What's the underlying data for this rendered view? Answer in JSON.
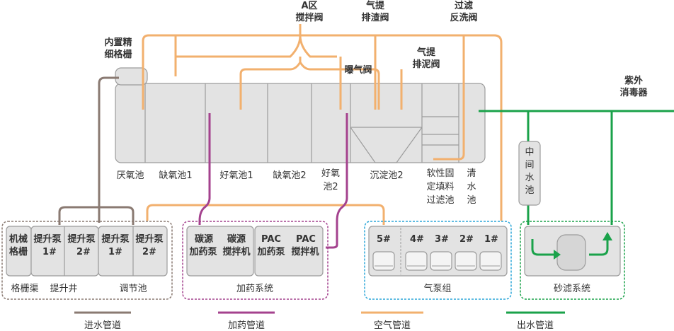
{
  "valves": {
    "a_zone_stir": [
      "A区",
      "搅拌阀"
    ],
    "gas_lift_slag": [
      "气提",
      "排渣阀"
    ],
    "filter_backwash": [
      "过滤",
      "反洗阀"
    ],
    "gas_lift_mud": [
      "气提",
      "排泥阀"
    ],
    "aeration": "曝气阀"
  },
  "builtin_grid": [
    "内置精",
    "细格栅"
  ],
  "uv": [
    "紫外",
    "消毒器"
  ],
  "tanks": {
    "anaerobic": "厌氧池",
    "anoxic1": "缺氧池1",
    "aerobic1": "好氧池1",
    "anoxic2": "缺氧池2",
    "aerobic2": [
      "好氧",
      "池2"
    ],
    "sedimentation2": "沉淀池2",
    "filler_filter": [
      "软性固",
      "定填料",
      "过滤池"
    ],
    "clear_water": [
      "清",
      "水",
      "池"
    ]
  },
  "middle_tank": [
    "中",
    "间",
    "水",
    "池"
  ],
  "groups": {
    "grid_lift": {
      "cells": [
        {
          "l1": "机械",
          "l2": "格栅"
        },
        {
          "l1": "提升泵",
          "l2": "1#"
        },
        {
          "l1": "提升泵",
          "l2": "2#"
        },
        {
          "l1": "提升泵",
          "l2": "1#"
        },
        {
          "l1": "提升泵",
          "l2": "2#"
        }
      ],
      "labels": [
        "格栅渠",
        "提升井",
        "调节池"
      ]
    },
    "dosing": {
      "cells": [
        {
          "l1": "碳源",
          "l2": "加药泵"
        },
        {
          "l1": "碳源",
          "l2": "搅拌机"
        },
        {
          "l1": "PAC",
          "l2": "加药泵"
        },
        {
          "l1": "PAC",
          "l2": "搅拌机"
        }
      ],
      "label": "加药系统"
    },
    "blower": {
      "pumps": [
        "5#",
        "4#",
        "3#",
        "2#",
        "1#"
      ],
      "label": "气泵组"
    },
    "sand": {
      "label": "砂滤系统"
    }
  },
  "legend": [
    {
      "label": "进水管道",
      "color": "#8a7a72"
    },
    {
      "label": "加药管道",
      "color": "#a4428e"
    },
    {
      "label": "空气管道",
      "color": "#f2b06e"
    },
    {
      "label": "出水管道",
      "color": "#1aa24a"
    }
  ],
  "colors": {
    "inlet": "#8a7a72",
    "dosing": "#a4428e",
    "air": "#f2b06e",
    "outlet": "#1aa24a",
    "blower_border": "#2ba6d8"
  }
}
